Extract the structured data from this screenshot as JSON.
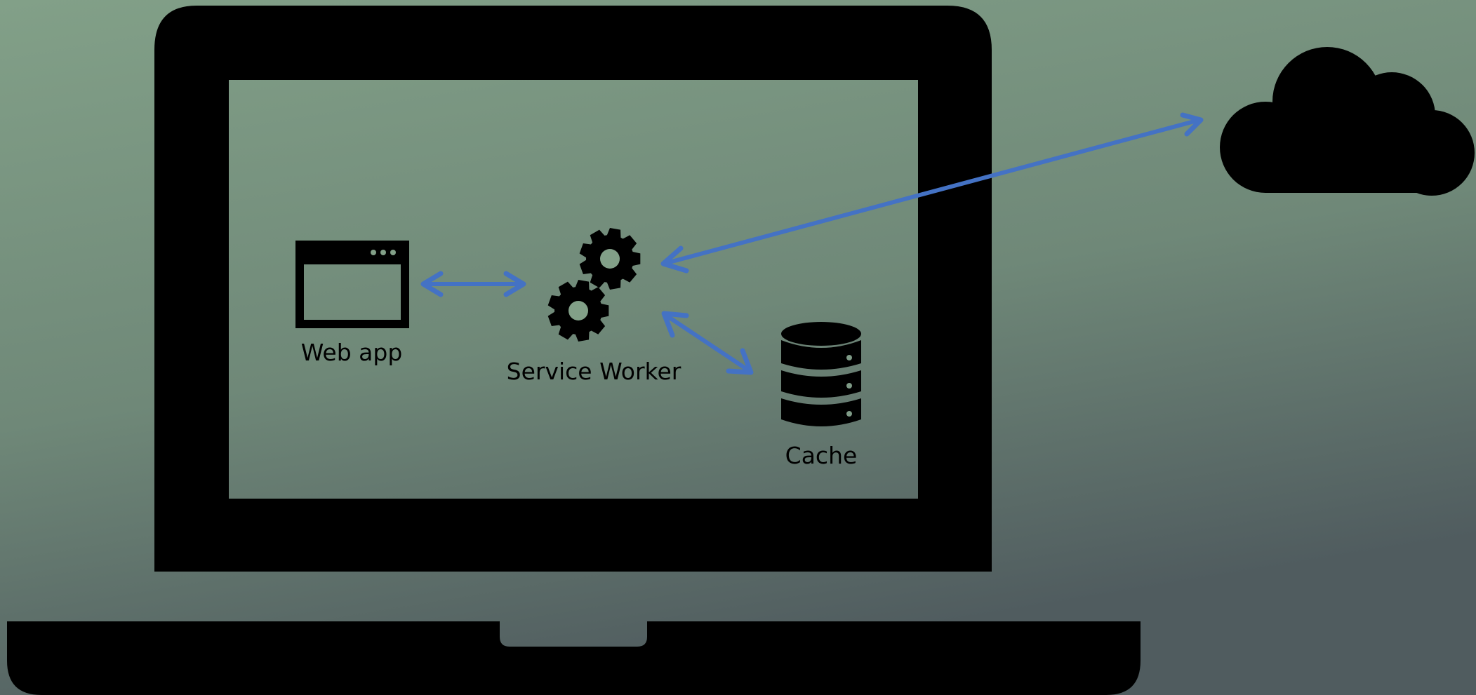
{
  "colors": {
    "background_top": "#82a088",
    "background_mid": "#6f8878",
    "background_bottom": "#505c5f",
    "silhouette": "#000000",
    "arrow": "#4472c4"
  },
  "nodes": {
    "web_app": {
      "label": "Web app",
      "icon": "browser-window-icon"
    },
    "service_worker": {
      "label": "Service Worker",
      "icon": "gears-icon"
    },
    "cache": {
      "label": "Cache",
      "icon": "database-icon"
    },
    "cloud": {
      "icon": "cloud-icon"
    },
    "device": {
      "icon": "laptop-icon"
    }
  },
  "edges": [
    {
      "from": "web_app",
      "to": "service_worker",
      "direction": "both"
    },
    {
      "from": "service_worker",
      "to": "cache",
      "direction": "both"
    },
    {
      "from": "service_worker",
      "to": "cloud",
      "direction": "both"
    }
  ]
}
